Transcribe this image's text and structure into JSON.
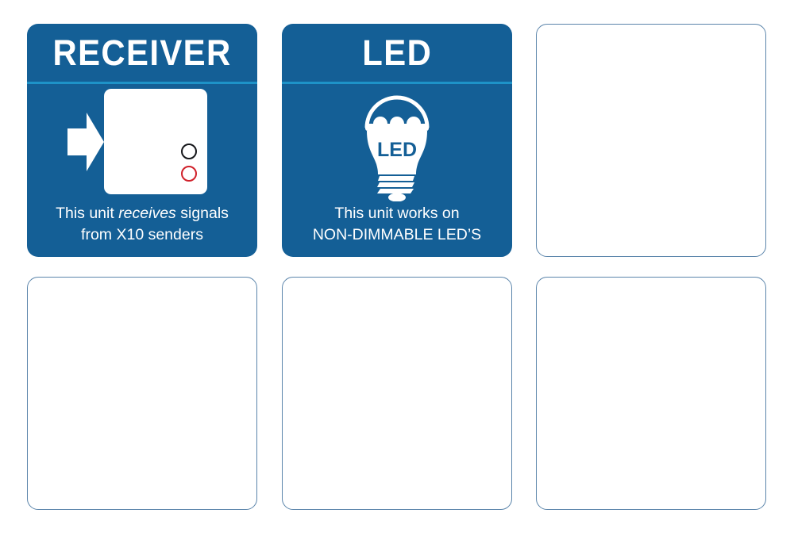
{
  "page": {
    "background_color": "#ffffff",
    "card_blue": "#145f96",
    "divider_cyan": "#1e93c8",
    "placeholder_border": "#5b85ab"
  },
  "cards": [
    {
      "id": "receiver",
      "type": "filled",
      "title": "RECEIVER",
      "icon_name": "receiver-module-icon",
      "caption_line1_pre": "This unit ",
      "caption_line1_em": "receives",
      "caption_line1_post": " signals",
      "caption_line2": "from X10 senders",
      "indicator_black_color": "#15161a",
      "indicator_red_color": "#d0202a"
    },
    {
      "id": "led",
      "type": "filled",
      "title": "LED",
      "icon_name": "led-bulb-icon",
      "bulb_label": "LED",
      "caption_line1": "This unit works on",
      "caption_line2": "NON-DIMMABLE LED’S"
    },
    {
      "id": "placeholder-1",
      "type": "empty"
    },
    {
      "id": "placeholder-2",
      "type": "empty"
    },
    {
      "id": "placeholder-3",
      "type": "empty"
    },
    {
      "id": "placeholder-4",
      "type": "empty"
    }
  ]
}
